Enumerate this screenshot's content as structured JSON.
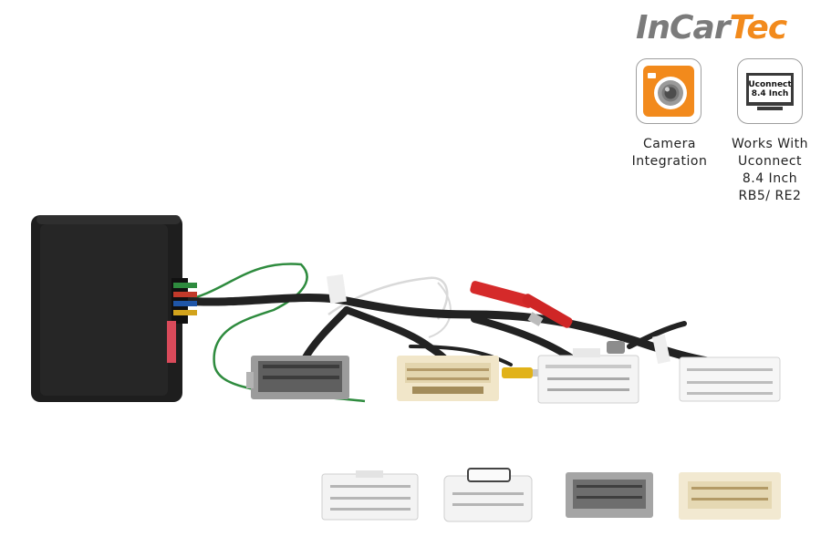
{
  "brand": {
    "part1": "InCar",
    "part2": "Tec",
    "color_gray": "#7b7b7b",
    "color_orange": "#f28a1c"
  },
  "features": [
    {
      "icon": "camera-icon",
      "label": "Camera Integration"
    },
    {
      "icon": "uconnect-screen-icon",
      "screen_text": "Uconnect\n8.4 Inch",
      "label": "Works With\nUconnect\n8.4 Inch\nRB5/ RE2"
    }
  ],
  "product": {
    "module": "black-interface-module",
    "connectors": [
      "gray-connector",
      "beige-connector",
      "white-connector",
      "white-connector-2"
    ],
    "spare_connectors": [
      "white-connector",
      "white-latched-connector",
      "gray-connector",
      "beige-connector"
    ]
  }
}
